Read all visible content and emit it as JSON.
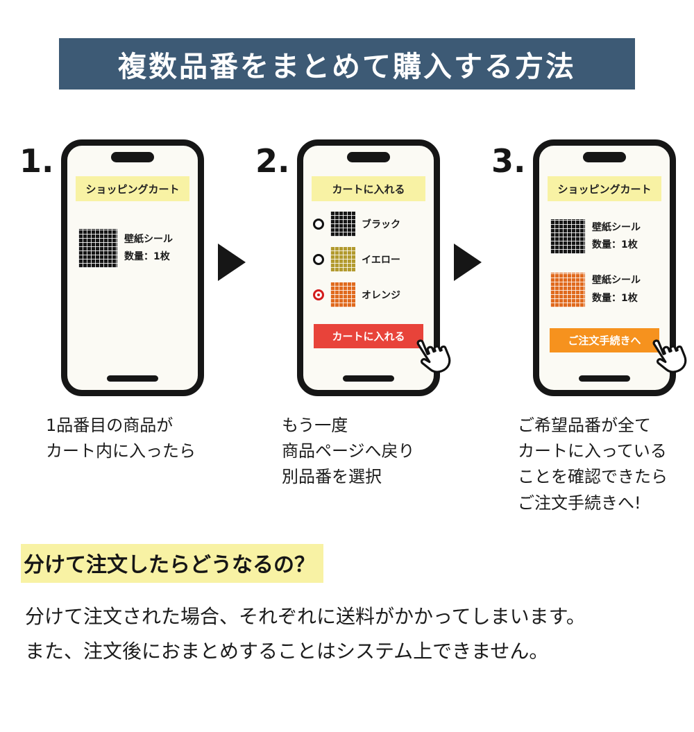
{
  "banner": {
    "title": "複数品番をまとめて購入する方法"
  },
  "steps": [
    {
      "number": "1.",
      "phone": {
        "header": "ショッピングカート",
        "items": [
          {
            "swatch": "black-grid-swatch",
            "name": "壁紙シール",
            "qty": "数量：1枚"
          }
        ]
      },
      "caption": [
        "1品番目の商品が",
        "カート内に入ったら"
      ]
    },
    {
      "number": "2.",
      "phone": {
        "header": "カートに入れる",
        "options": [
          {
            "label": "ブラック",
            "swatch": "black-grid-swatch",
            "selected": false
          },
          {
            "label": "イエロー",
            "swatch": "yellow-grid-swatch",
            "selected": false
          },
          {
            "label": "オレンジ",
            "swatch": "orange-grid-swatch",
            "selected": true
          }
        ],
        "button": "カートに入れる"
      },
      "caption": [
        "もう一度",
        "商品ページへ戻り",
        "別品番を選択"
      ]
    },
    {
      "number": "3.",
      "phone": {
        "header": "ショッピングカート",
        "items": [
          {
            "swatch": "black-grid-swatch",
            "name": "壁紙シール",
            "qty": "数量：1枚"
          },
          {
            "swatch": "orange-grid-swatch",
            "name": "壁紙シール",
            "qty": "数量：1枚"
          }
        ],
        "button": "ご注文手続きへ"
      },
      "caption": [
        "ご希望品番が全て",
        "カートに入っている",
        "ことを確認できたら",
        "ご注文手続きへ!"
      ]
    }
  ],
  "footer": {
    "heading": "分けて注文したらどうなるの？",
    "body": [
      "分けて注文された場合、それぞれに送料がかかってしまいます。",
      "また、注文後におまとめすることはシステム上できません。"
    ]
  },
  "colors": {
    "banner_bg": "#3d5a75",
    "highlight_yellow": "#f8f2a4",
    "add_to_cart_red": "#e8433a",
    "checkout_orange": "#f6921e",
    "radio_selected_red": "#d31c1c",
    "swatch_black": "#161616",
    "swatch_yellow": "#b29a2e",
    "swatch_orange": "#e06a1e"
  }
}
